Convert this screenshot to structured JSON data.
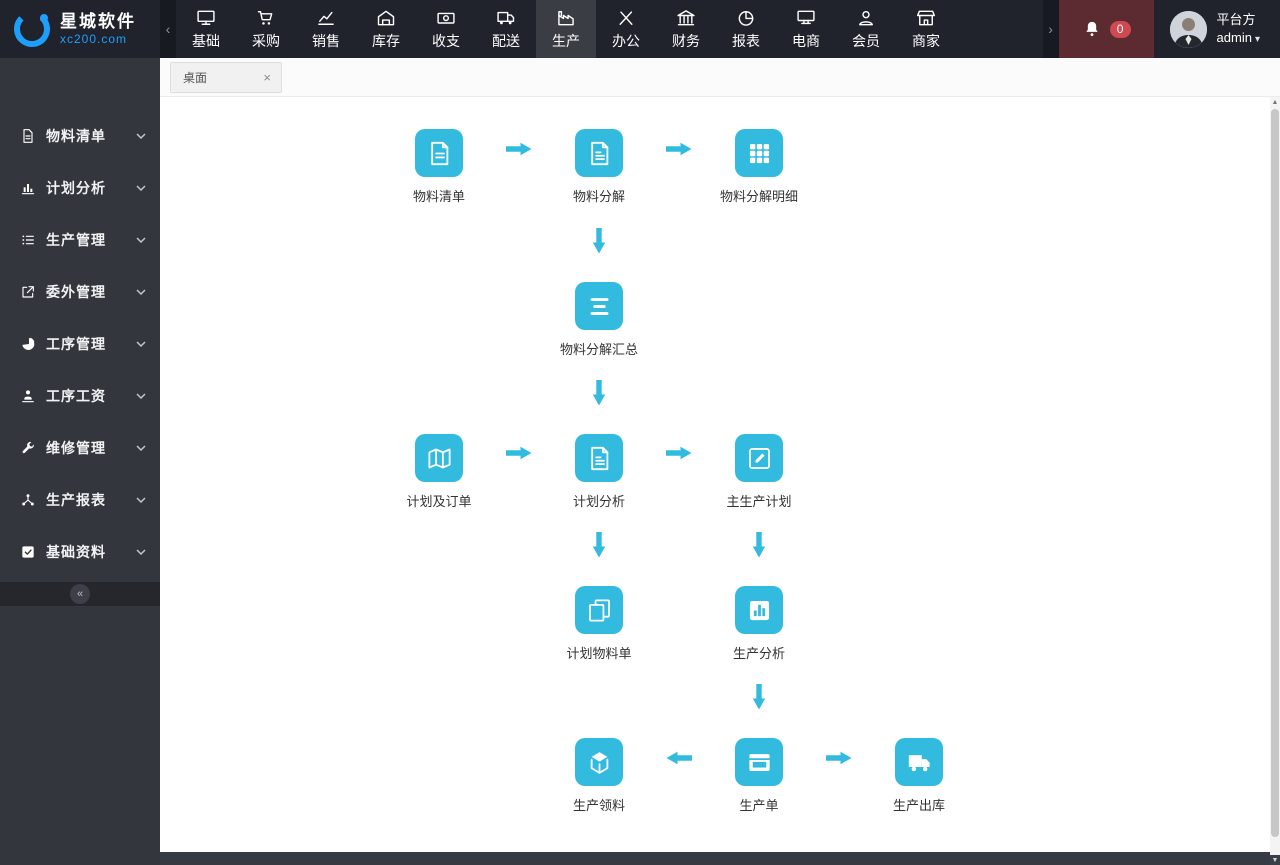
{
  "colors": {
    "accent": "#32bbdf",
    "topbar_bg": "#20232c",
    "sidebar_bg": "#34363d",
    "brand_blue": "#1e9fff",
    "notification_bg": "#5c2a31",
    "badge_red": "#ce4950"
  },
  "brand": {
    "name": "星城软件",
    "domain": "xc200.com"
  },
  "topnav": {
    "scroll_left": "‹",
    "scroll_right": "›",
    "items": [
      {
        "label": "基础",
        "icon": "monitor-icon"
      },
      {
        "label": "采购",
        "icon": "cart-icon"
      },
      {
        "label": "销售",
        "icon": "trend-icon"
      },
      {
        "label": "库存",
        "icon": "warehouse-icon"
      },
      {
        "label": "收支",
        "icon": "money-icon"
      },
      {
        "label": "配送",
        "icon": "truck-icon"
      },
      {
        "label": "生产",
        "icon": "factory-icon",
        "active": true
      },
      {
        "label": "办公",
        "icon": "tools-icon"
      },
      {
        "label": "财务",
        "icon": "bank-icon"
      },
      {
        "label": "报表",
        "icon": "pie-chart-icon"
      },
      {
        "label": "电商",
        "icon": "eshop-icon"
      },
      {
        "label": "会员",
        "icon": "member-icon"
      },
      {
        "label": "商家",
        "icon": "store-icon"
      }
    ],
    "notification_count": "0",
    "user": {
      "org": "平台方",
      "name": "admin",
      "caret": "▾"
    }
  },
  "tabbar": {
    "tabs": [
      {
        "label": "桌面",
        "close": "×"
      }
    ]
  },
  "sidebar": {
    "items": [
      {
        "label": "物料清单",
        "icon": "file-icon"
      },
      {
        "label": "计划分析",
        "icon": "bar-chart-icon"
      },
      {
        "label": "生产管理",
        "icon": "list-icon"
      },
      {
        "label": "委外管理",
        "icon": "external-link-icon"
      },
      {
        "label": "工序管理",
        "icon": "pie-icon"
      },
      {
        "label": "工序工资",
        "icon": "worker-icon"
      },
      {
        "label": "维修管理",
        "icon": "wrench-icon"
      },
      {
        "label": "生产报表",
        "icon": "network-icon"
      },
      {
        "label": "基础资料",
        "icon": "check-square-icon"
      }
    ],
    "collapse": "«"
  },
  "flowchart": {
    "nodes": [
      {
        "label": "物料清单",
        "icon": "document-icon"
      },
      {
        "label": "物料分解",
        "icon": "file-lines-icon"
      },
      {
        "label": "物料分解明细",
        "icon": "grid-icon"
      },
      {
        "label": "物料分解汇总",
        "icon": "summary-lines-icon"
      },
      {
        "label": "计划及订单",
        "icon": "map-icon"
      },
      {
        "label": "计划分析",
        "icon": "file-lines-icon"
      },
      {
        "label": "主生产计划",
        "icon": "edit-icon"
      },
      {
        "label": "计划物料单",
        "icon": "copy-icon"
      },
      {
        "label": "生产分析",
        "icon": "chart-icon"
      },
      {
        "label": "生产领料",
        "icon": "cube-icon"
      },
      {
        "label": "生产单",
        "icon": "window-icon"
      },
      {
        "label": "生产出库",
        "icon": "truck-icon"
      }
    ]
  }
}
